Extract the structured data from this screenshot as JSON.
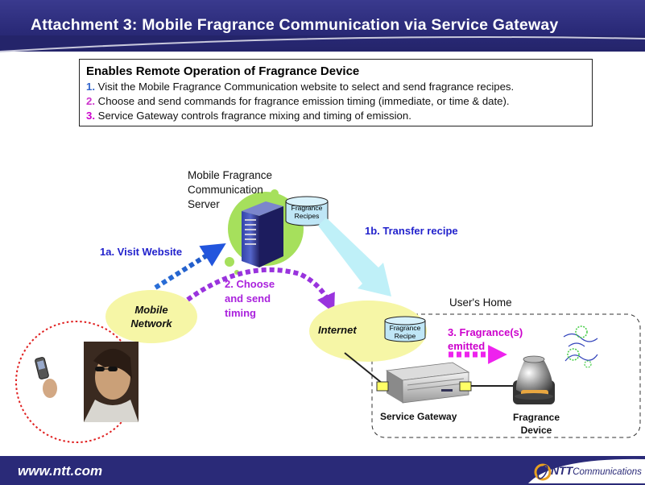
{
  "title": "Attachment 3:  Mobile Fragrance Communication via Service Gateway",
  "infobox": {
    "heading": "Enables Remote Operation of Fragrance Device",
    "items": [
      {
        "num": "1.",
        "text": " Visit the Mobile Fragrance Communication website to select and send fragrance recipes."
      },
      {
        "num": "2.",
        "text": " Choose and send commands for fragrance emission timing (immediate, or time & date)."
      },
      {
        "num": "3.",
        "text": " Service Gateway controls fragrance mixing and timing of emission."
      }
    ]
  },
  "diagram": {
    "server_label": [
      "Mobile Fragrance",
      "Communication",
      "Server"
    ],
    "recipes_top": [
      "Fragrance",
      "Recipes"
    ],
    "recipe_bottom": [
      "Fragrance",
      "Recipe"
    ],
    "step_1a": "1a. Visit Website",
    "step_1b": "1b. Transfer recipe",
    "step_2": [
      "2. Choose",
      "and send",
      "timing"
    ],
    "step_3": [
      "3. Fragrance(s)",
      "emitted"
    ],
    "mobile_network": [
      "Mobile",
      "Network"
    ],
    "internet": "Internet",
    "users_home": "User's Home",
    "service_gateway": "Service Gateway",
    "fragrance_device": [
      "Fragrance",
      "Device"
    ]
  },
  "footer": {
    "url": "www.ntt.com",
    "logo_ntt": "NTT",
    "logo_comm": "Communications"
  },
  "colors": {
    "header": "#2a2a78",
    "step_blue": "#2222cc",
    "purple": "#cc33ee",
    "cyan": "#bff0f8",
    "ellipse": "#f6f6a6",
    "green": "#a6e05c"
  }
}
